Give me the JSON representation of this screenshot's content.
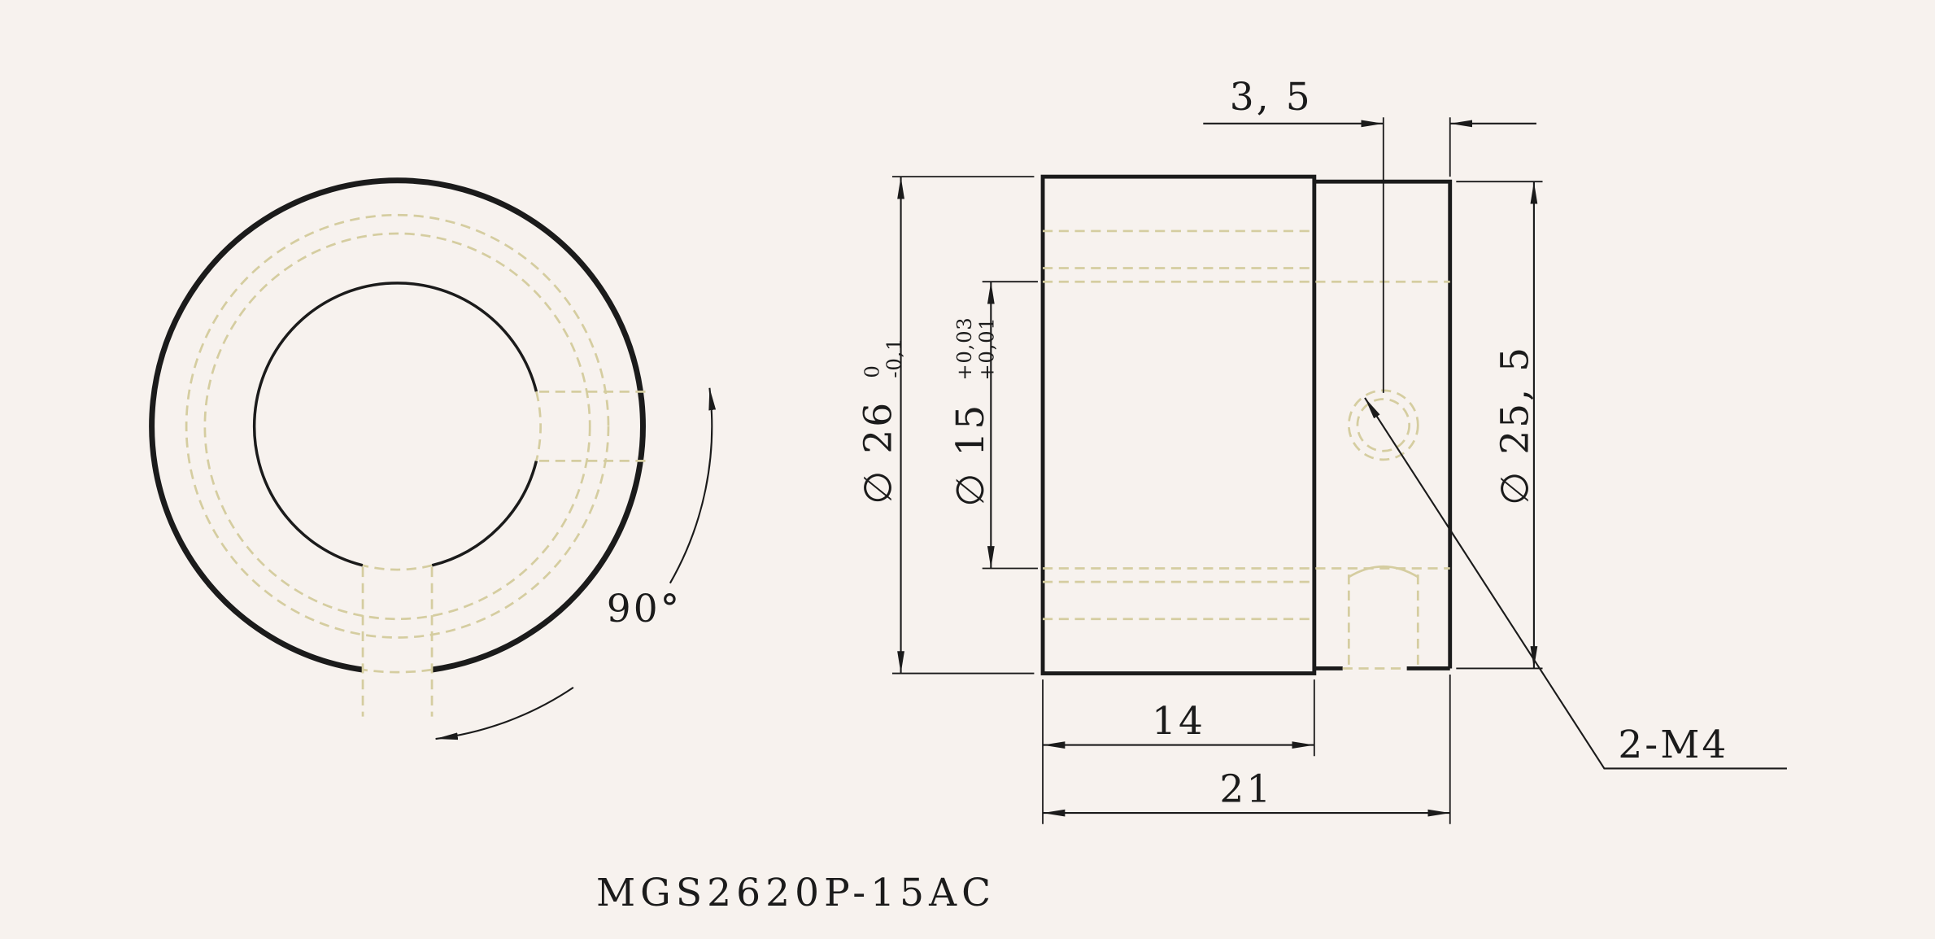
{
  "palette": {
    "background": "#f7f2ee",
    "ink": "#1b1b1b",
    "hidden_line": "#d5cda0"
  },
  "title_block": {
    "part_number": "MGS2620P-15AC"
  },
  "front_view": {
    "angle_dim": "90°"
  },
  "side_view": {
    "dim_offset": "3, 5",
    "dim_outer": {
      "value": "∅ 26",
      "tol_upper": "0",
      "tol_lower": "-0,1"
    },
    "dim_bore": {
      "value": "∅ 15",
      "tol_upper": "+0,03",
      "tol_lower": "+0,01"
    },
    "dim_small_outer": "∅ 25, 5",
    "dim_len_main": "14",
    "dim_len_total": "21",
    "thread_callout": "2-M4"
  }
}
